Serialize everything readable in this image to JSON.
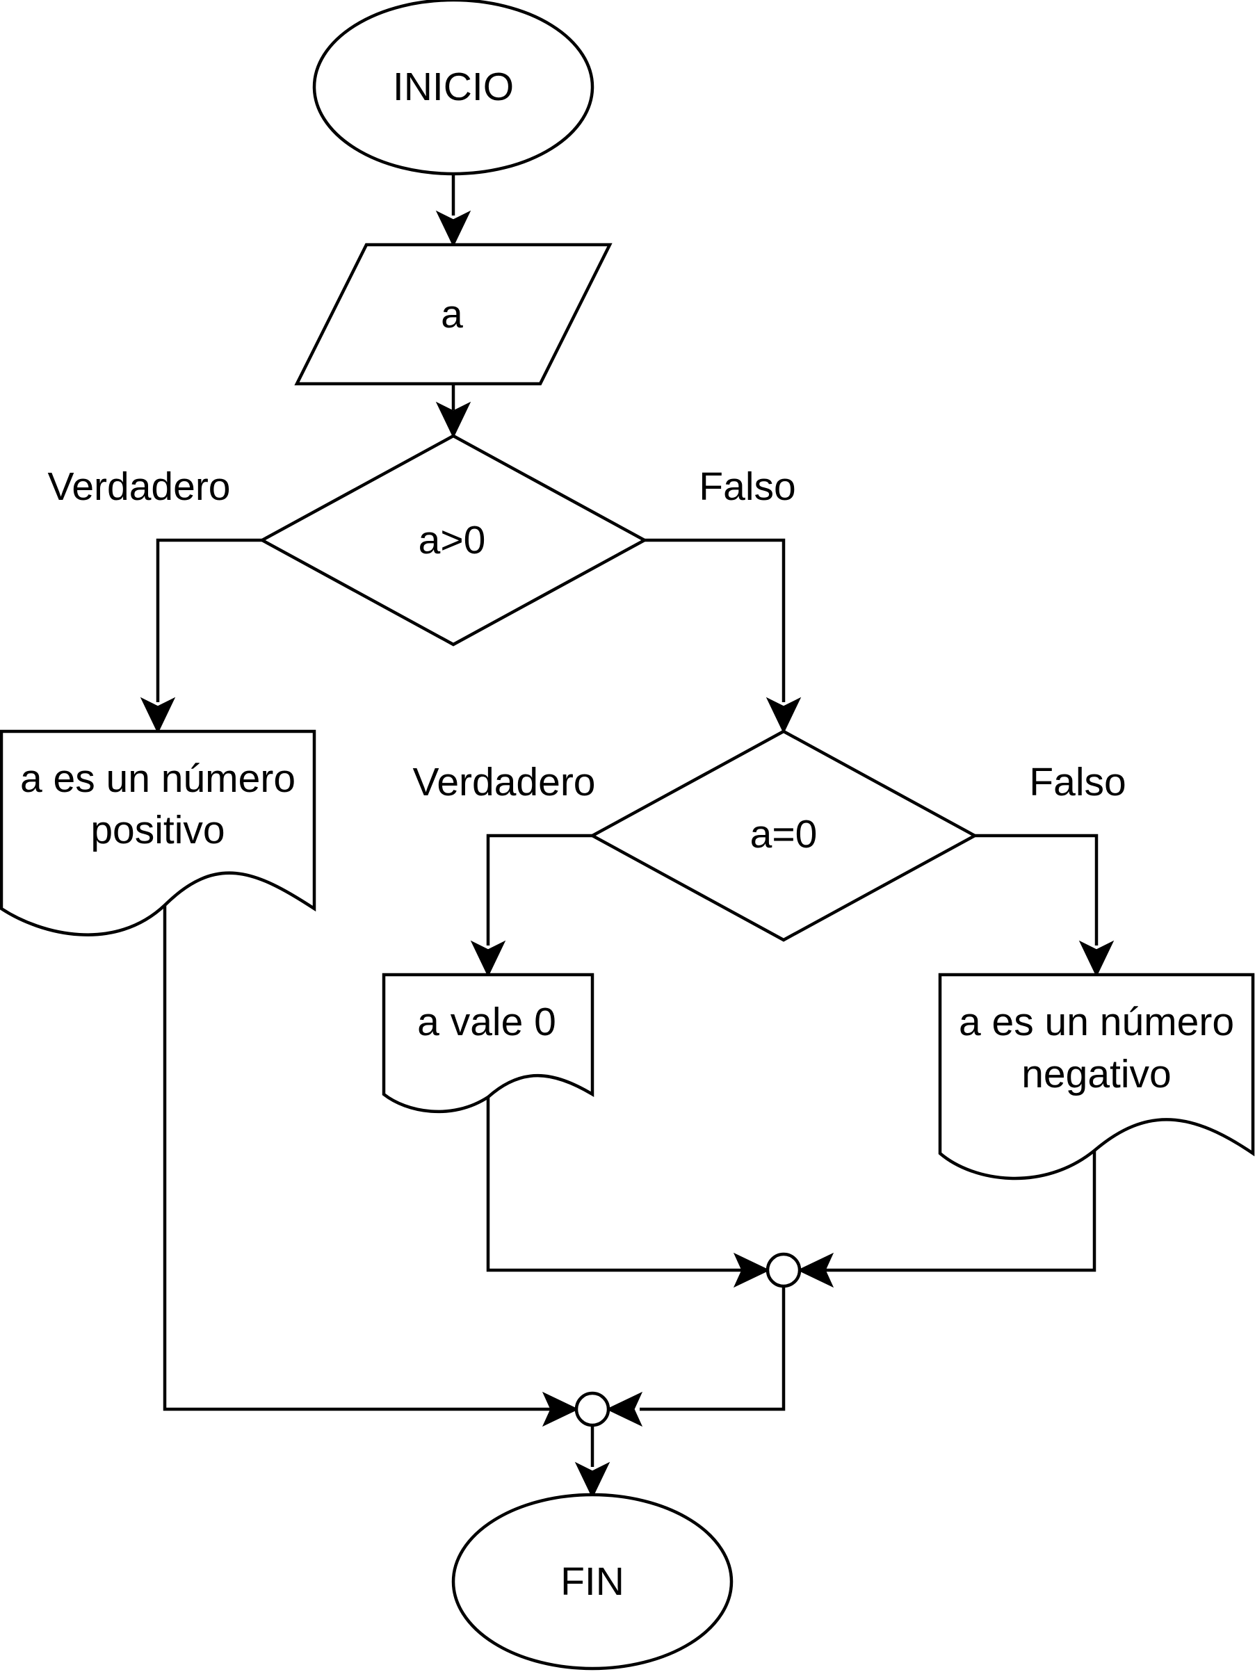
{
  "nodes": {
    "start": "INICIO",
    "input": "a",
    "decision1": "a>0",
    "output_positive": [
      "a es un número",
      "positivo"
    ],
    "decision2": "a=0",
    "output_zero": "a vale 0",
    "output_negative": [
      "a es un número",
      "negativo"
    ],
    "end": "FIN"
  },
  "branch_labels": {
    "decision1_true": "Verdadero",
    "decision1_false": "Falso",
    "decision2_true": "Verdadero",
    "decision2_false": "Falso"
  }
}
